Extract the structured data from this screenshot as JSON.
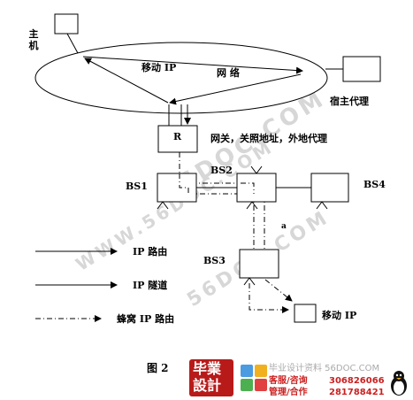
{
  "labels": {
    "host": "主机",
    "mobile_ip_inside": "移动 IP",
    "network": "网 络",
    "home_agent": "宿主代理",
    "router": "R",
    "gateway_desc": "网关，关照地址，外地代理",
    "bs1": "BS1",
    "bs2": "BS2",
    "bs3": "BS3",
    "bs4": "BS4",
    "point_a": "a",
    "mobile_ip_node": "移动 IP",
    "figure": "图 2"
  },
  "legend": [
    {
      "label": "IP 路由",
      "style": "solid-arrow"
    },
    {
      "label": "IP 隧道",
      "style": "solid-arrow"
    },
    {
      "label": "蜂窝 IP 路由",
      "style": "dash-dot-arrow"
    }
  ],
  "watermark": {
    "text_main": "56DOC.COM",
    "text_small": "WWW.56DOC.COM"
  },
  "footer": {
    "logo_text_1": "毕業",
    "logo_text_2": "設計",
    "site_line": "毕业设计资料 56DOC.COM",
    "service_label": "客服/咨询",
    "service_number": "306826066",
    "manage_label": "管理/合作",
    "manage_number": "281788421",
    "brand_red": "#cc1f1f",
    "brand_dark": "#222222"
  }
}
